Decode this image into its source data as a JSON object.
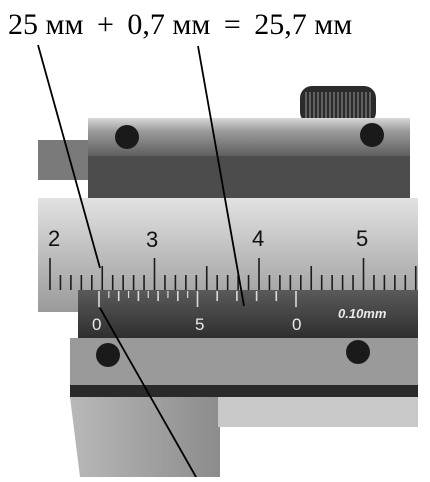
{
  "equation": {
    "part1": "25 мм",
    "op1": "+",
    "part2": "0,7 мм",
    "op2": "=",
    "result": "25,7 мм"
  },
  "main_scale": {
    "labels": [
      "2",
      "3",
      "4",
      "5"
    ]
  },
  "vernier_scale": {
    "labels": [
      "0",
      "5",
      "0"
    ],
    "resolution": "0.10mm"
  },
  "colors": {
    "background": "#ffffff",
    "metal_dark": "#4a4a4a",
    "metal_mid": "#8a8a8a",
    "metal_light": "#cfcfcf",
    "ink": "#000000"
  }
}
